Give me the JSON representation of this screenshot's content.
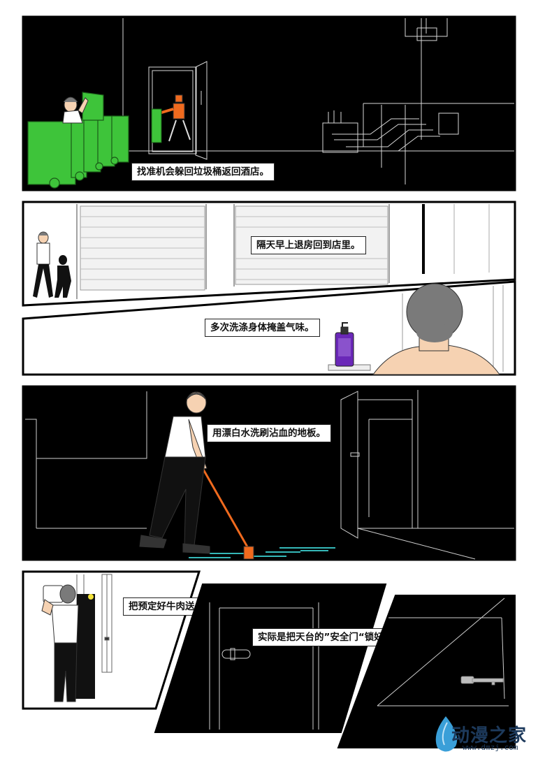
{
  "captions": {
    "c1": "找准机会躲回垃圾桶返回酒店。",
    "c2": "隔天早上退房回到店里。",
    "c3": "多次洗涤身体掩盖气味。",
    "c4": "用漂白水洗刷沾血的地板。",
    "c5": "把预定好牛肉送上门，假装发现尸块随后报警。",
    "c6": "实际是把天台的”安全门“锁好最后把钥匙放到前台。"
  },
  "watermark": {
    "brand": "动漫之家",
    "url": "www.dmzj.com"
  },
  "colors": {
    "bin_green": "#3ec43a",
    "robot_orange": "#f06a1e",
    "bottle_purple": "#6a28b8",
    "water_cyan": "#35b8b8",
    "skin": "#f6d2b2",
    "hair": "#7a7a7a"
  }
}
